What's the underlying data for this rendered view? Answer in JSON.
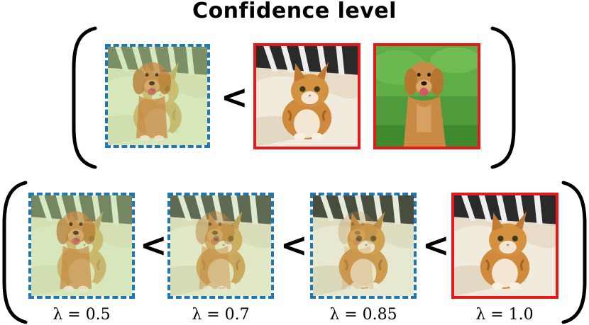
{
  "title": "Confidence level",
  "comparison_symbol": "<",
  "top_row": [
    {
      "kind": "mixed",
      "description_key": "dog-cat-blend"
    },
    {
      "kind": "pure",
      "description_key": "cat"
    },
    {
      "kind": "pure",
      "description_key": "dog"
    }
  ],
  "bottom_row": [
    {
      "kind": "mixed",
      "lambda_label": "λ = 0.5"
    },
    {
      "kind": "mixed",
      "lambda_label": "λ = 0.7"
    },
    {
      "kind": "mixed",
      "lambda_label": "λ = 0.85"
    },
    {
      "kind": "pure",
      "lambda_label": "λ = 1.0"
    }
  ],
  "colors": {
    "mixed_border": "#1f77b4",
    "pure_border": "#e31a1c"
  }
}
